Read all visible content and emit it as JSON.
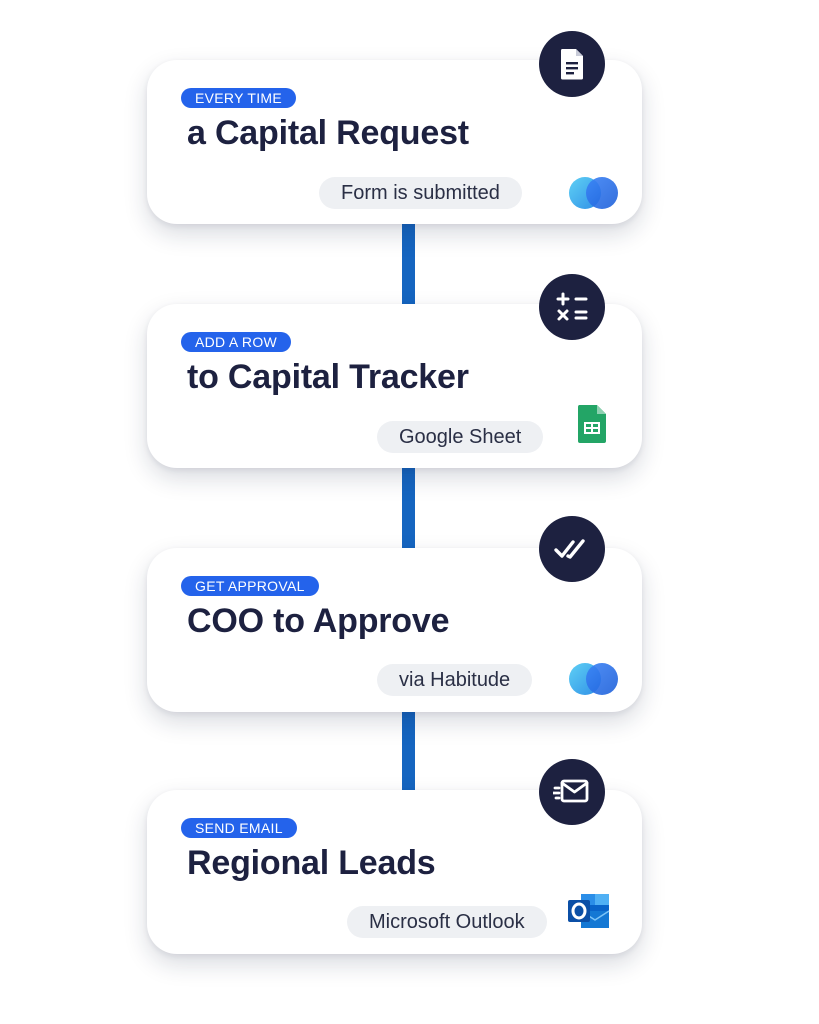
{
  "steps": [
    {
      "badge": "EVERY TIME",
      "title": "a Capital Request",
      "app_label": "Form is submitted",
      "step_icon": "document-icon",
      "app_icon": "habitude-logo-icon"
    },
    {
      "badge": "ADD A ROW",
      "title": "to Capital Tracker",
      "app_label": "Google Sheet",
      "step_icon": "calculator-icon",
      "app_icon": "google-sheets-icon"
    },
    {
      "badge": "GET APPROVAL",
      "title": "COO to Approve",
      "app_label": "via Habitude",
      "step_icon": "double-check-icon",
      "app_icon": "habitude-logo-icon"
    },
    {
      "badge": "SEND EMAIL",
      "title": "Regional Leads",
      "app_label": "Microsoft Outlook",
      "step_icon": "mail-send-icon",
      "app_icon": "outlook-icon"
    }
  ],
  "colors": {
    "badge": "#2463eb",
    "connector": "#1565c0",
    "title": "#1d2140",
    "step_icon_bg": "#1d2140",
    "pill_bg": "#eef0f3"
  }
}
